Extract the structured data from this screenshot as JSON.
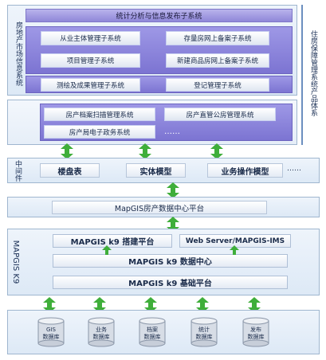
{
  "colors": {
    "accent_green": "#3fae3a",
    "panel_blue": "#dde9f6",
    "purple": "#8f87d8"
  },
  "top": {
    "left_label": "房地产市场信息系统",
    "header": "统计分析与信息发布子系统",
    "rows": [
      [
        "从业主体管理子系统",
        "存量房网上备案子系统"
      ],
      [
        "项目管理子系统",
        "新建商品房网上备案子系统"
      ]
    ],
    "bottom_row": [
      "测绘及成果管理子系统",
      "登记管理子系统"
    ]
  },
  "right_label": "住房保障管理系统产品体系",
  "second": {
    "row1": [
      "房产档案扫描管理系统",
      "房产直管公房管理系统"
    ],
    "row2": [
      "房产局电子政务系统",
      "……"
    ]
  },
  "middleware": {
    "label": "中间件",
    "items": [
      "楼盘表",
      "实体模型",
      "业务操作模型"
    ],
    "ellipsis": "……"
  },
  "platform": {
    "label": "MapGIS房产数据中心平台"
  },
  "k9": {
    "label": "MAPGIS K9",
    "build": "MAPGIS k9 搭建平台",
    "web": "Web Server/MAPGIS-IMS",
    "datacenter": "MAPGIS k9 数据中心",
    "base": "MAPGIS k9 基础平台"
  },
  "databases": [
    {
      "line1": "GIS",
      "line2": "数据库"
    },
    {
      "line1": "业务",
      "line2": "数据库"
    },
    {
      "line1": "档案",
      "line2": "数据库"
    },
    {
      "line1": "统计",
      "line2": "数据库"
    },
    {
      "line1": "发布",
      "line2": "数据库"
    }
  ]
}
